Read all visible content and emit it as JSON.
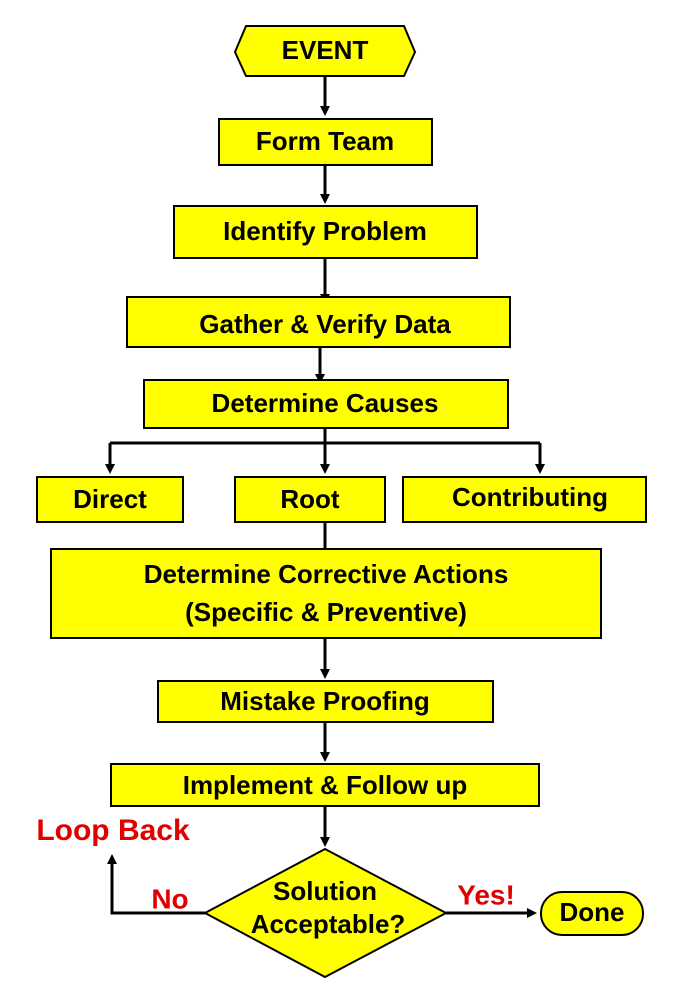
{
  "nodes": {
    "event": "EVENT",
    "form_team": "Form Team",
    "identify_problem": "Identify Problem",
    "gather_verify": "Gather & Verify Data",
    "determine_causes": "Determine Causes",
    "direct": "Direct",
    "root": "Root",
    "contributing": "Contributing",
    "corrective_line1": "Determine Corrective Actions",
    "corrective_line2": "(Specific & Preventive)",
    "mistake_proofing": "Mistake Proofing",
    "implement": "Implement & Follow up",
    "solution_line1": "Solution",
    "solution_line2": "Acceptable?",
    "done": "Done"
  },
  "branches": {
    "loop_back": "Loop Back",
    "no": "No",
    "yes": "Yes!"
  },
  "colors": {
    "node_fill": "#ffff00",
    "node_stroke": "#000000",
    "branch_text": "#e00000"
  }
}
